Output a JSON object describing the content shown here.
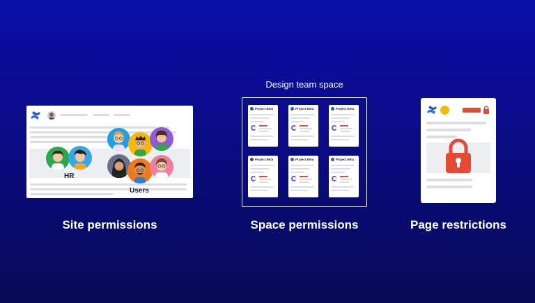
{
  "panels": {
    "site": {
      "caption": "Site permissions",
      "group_label": "HR",
      "users_label": "Users"
    },
    "space": {
      "caption": "Space permissions",
      "title": "Design team space",
      "card_title": "Project Beta"
    },
    "page": {
      "caption": "Page restrictions"
    }
  },
  "colors": {
    "background_top": "#0a0fa8",
    "background_bottom": "#070a55",
    "confluence_blue": "#2a6ee8",
    "lock_orange": "#e34935",
    "accent_yellow": "#f5b80b",
    "accent_purple": "#7c4dcc"
  },
  "icons": [
    "confluence-logo-icon",
    "user-avatar-icon",
    "padlock-icon"
  ]
}
